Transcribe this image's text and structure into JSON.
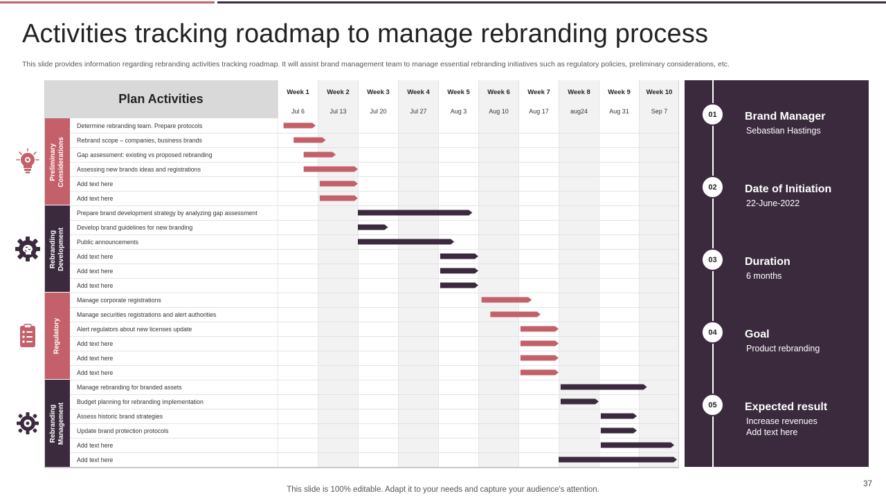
{
  "title": "Activities tracking roadmap to manage rebranding process",
  "subtitle": "This slide provides information regarding rebranding activities tracking roadmap. It will assist brand management team to manage essential rebranding initiatives such as regulatory policies, preliminary considerations, etc.",
  "gantt": {
    "header": "Plan Activities",
    "weeks": [
      "Week 1",
      "Week 2",
      "Week 3",
      "Week 4",
      "Week 5",
      "Week 6",
      "Week 7",
      "Week 8",
      "Week 9",
      "Week 10"
    ],
    "dates": [
      "Jul 6",
      "Jul 13",
      "Jul 20",
      "Jul 27",
      "Aug 3",
      "Aug 10",
      "Aug 17",
      "aug24",
      "Aug 31",
      "Sep 7"
    ],
    "colors": {
      "accent": "#c4606a",
      "dark": "#3b2a3e"
    },
    "sections": [
      {
        "label": "Preliminary Considerations",
        "color": "#c4606a",
        "icon": "lightbulb-gear-icon",
        "tasks": [
          {
            "label": "Determine rebranding team. Prepare protocols",
            "start": 1.15,
            "end": 1.95
          },
          {
            "label": "Rebrand scope – companies, business brands",
            "start": 1.4,
            "end": 2.2
          },
          {
            "label": "Gap assessment: existing vs proposed rebranding",
            "start": 1.65,
            "end": 2.45
          },
          {
            "label": "Assessing new brands ideas and registrations",
            "start": 1.65,
            "end": 3.0
          },
          {
            "label": "Add text here",
            "start": 2.05,
            "end": 3.0
          },
          {
            "label": "Add text here",
            "start": 2.05,
            "end": 3.0
          }
        ]
      },
      {
        "label": "Rebranding Development",
        "color": "#3b2a3e",
        "icon": "gear-brain-icon",
        "tasks": [
          {
            "label": "Prepare brand development strategy by analyzing gap assessment",
            "start": 3.0,
            "end": 5.85
          },
          {
            "label": "Develop brand guidelines for new branding",
            "start": 3.0,
            "end": 3.75
          },
          {
            "label": "Public announcements",
            "start": 3.0,
            "end": 5.4
          },
          {
            "label": "Add text here",
            "start": 5.05,
            "end": 6.0
          },
          {
            "label": "Add text here",
            "start": 5.05,
            "end": 6.0
          },
          {
            "label": "Add text here",
            "start": 5.05,
            "end": 6.0
          }
        ]
      },
      {
        "label": "Regulatory",
        "color": "#c4606a",
        "icon": "clipboard-checklist-icon",
        "tasks": [
          {
            "label": "Manage corporate registrations",
            "start": 6.08,
            "end": 7.33
          },
          {
            "label": "Manage securities registrations and alert authorities",
            "start": 6.3,
            "end": 7.55
          },
          {
            "label": "Alert regulators about new licenses update",
            "start": 7.05,
            "end": 8.0
          },
          {
            "label": "Add text here",
            "start": 7.05,
            "end": 8.0
          },
          {
            "label": "Add text here",
            "start": 7.05,
            "end": 8.0
          },
          {
            "label": "Add text here",
            "start": 7.05,
            "end": 8.0
          }
        ]
      },
      {
        "label": "Rebranding Management",
        "color": "#3b2a3e",
        "icon": "gears-cog-icon",
        "tasks": [
          {
            "label": "Manage rebranding for branded assets",
            "start": 8.05,
            "end": 10.2
          },
          {
            "label": "Budget planning for rebranding implementation",
            "start": 8.05,
            "end": 9.0
          },
          {
            "label": "Assess historic brand strategies",
            "start": 9.05,
            "end": 9.95
          },
          {
            "label": "Update brand protection protocols",
            "start": 9.05,
            "end": 9.95
          },
          {
            "label": "Add text here",
            "start": 9.05,
            "end": 10.88
          },
          {
            "label": "Add text here",
            "start": 8.0,
            "end": 10.95
          }
        ]
      }
    ]
  },
  "info": [
    {
      "num": "01",
      "title": "Brand Manager",
      "lines": [
        "Sebastian Hastings"
      ]
    },
    {
      "num": "02",
      "title": "Date of Initiation",
      "lines": [
        "22-June-2022"
      ]
    },
    {
      "num": "03",
      "title": "Duration",
      "lines": [
        "6 months"
      ]
    },
    {
      "num": "04",
      "title": "Goal",
      "lines": [
        "Product rebranding"
      ]
    },
    {
      "num": "05",
      "title": "Expected result",
      "lines": [
        "Increase revenues",
        "Add text here"
      ]
    }
  ],
  "footer": "This slide is 100% editable. Adapt it to your needs and capture your audience's attention.",
  "page_number": "37"
}
